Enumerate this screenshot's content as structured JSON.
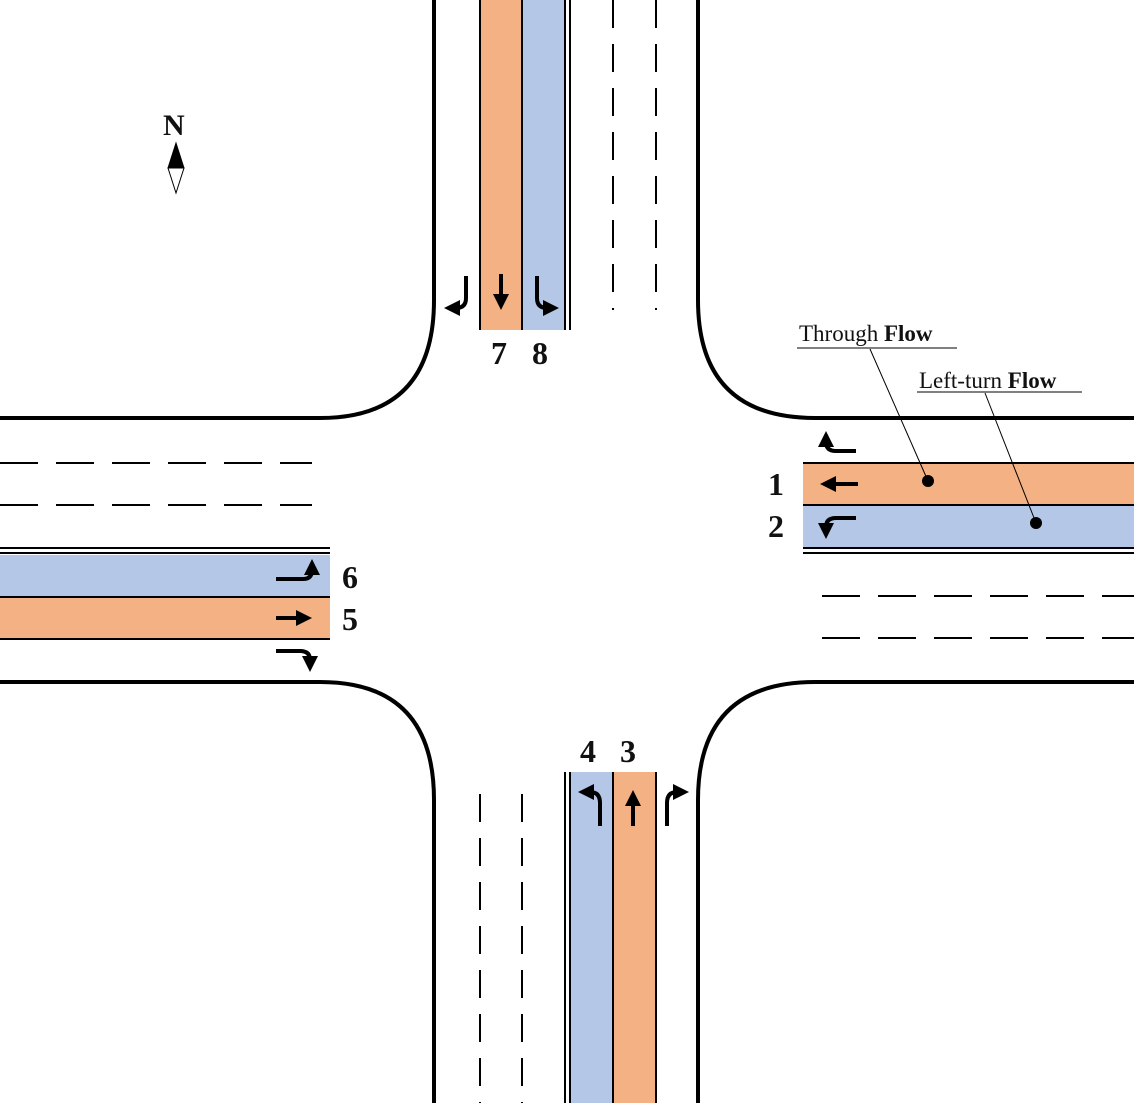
{
  "compass": {
    "label": "N"
  },
  "legend": {
    "through": {
      "text": "Through ",
      "bold": "Flow"
    },
    "left_turn": {
      "text": "Left-turn ",
      "bold": "Flow"
    }
  },
  "lanes": {
    "l1": "1",
    "l2": "2",
    "l3": "3",
    "l4": "4",
    "l5": "5",
    "l6": "6",
    "l7": "7",
    "l8": "8"
  },
  "colors": {
    "through_flow": "#f4b183",
    "left_turn_flow": "#b4c7e7",
    "line": "#000000"
  }
}
